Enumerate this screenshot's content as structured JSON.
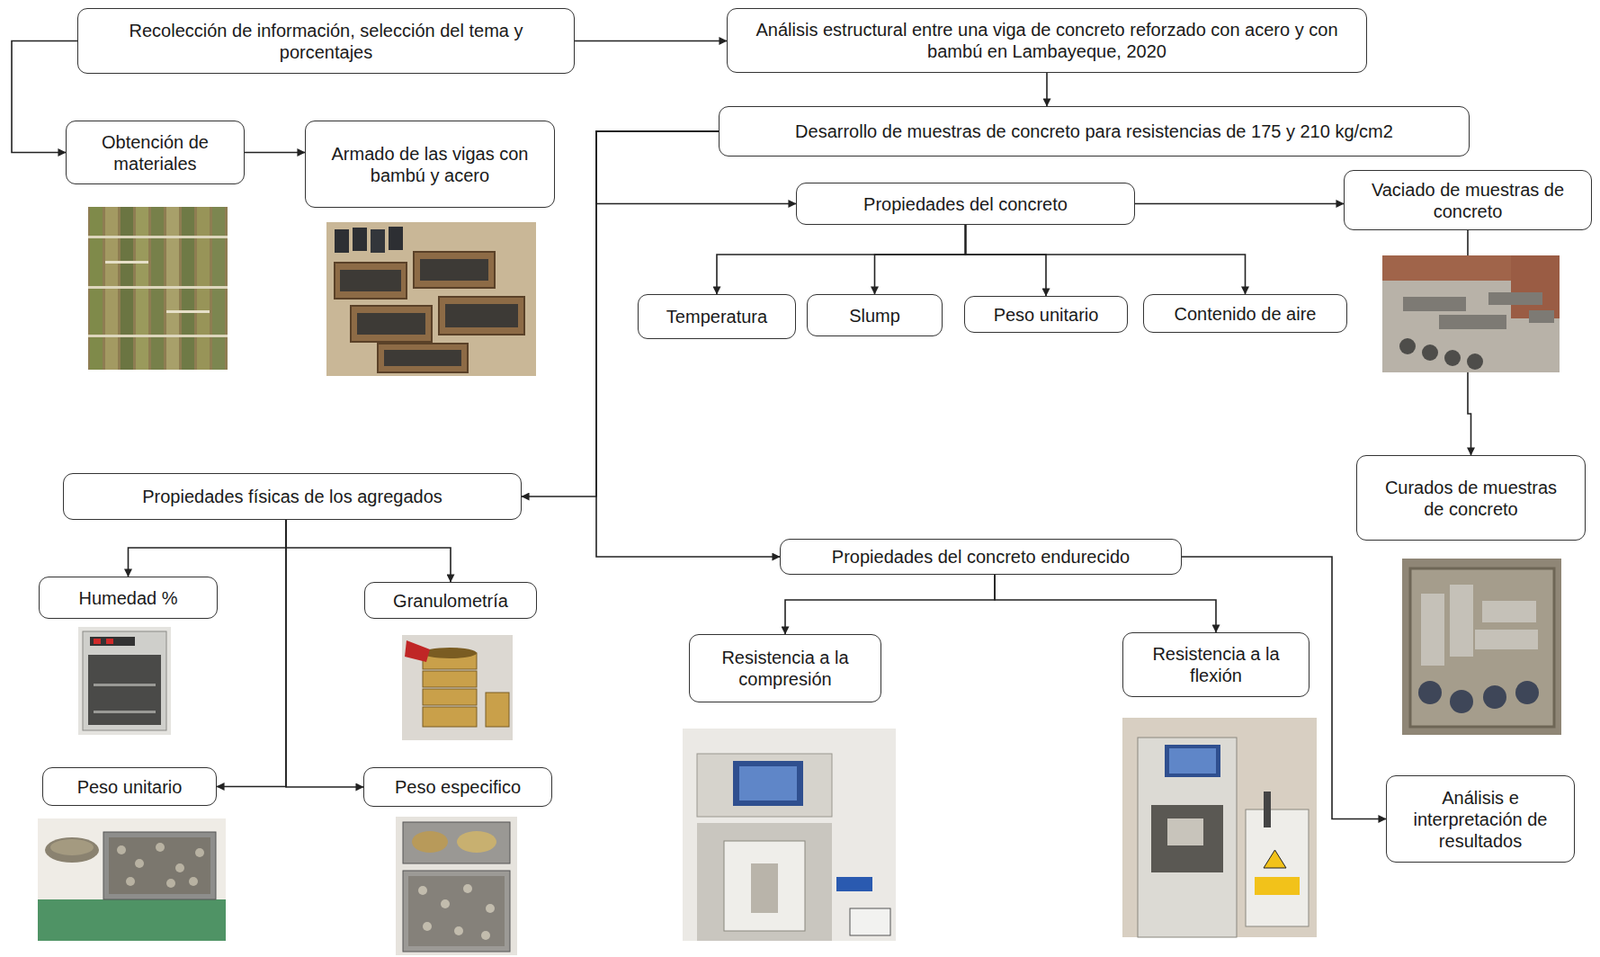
{
  "diagram": {
    "nodes": [
      {
        "text": [
          "Recolección de información, selección del tema y porcentajes"
        ]
      },
      {
        "text": [
          "Análisis estructural entre una viga de concreto reforzado con acero y con bambú en Lambayeque, 2020"
        ]
      },
      {
        "text": [
          "Obtención de materiales"
        ]
      },
      {
        "text": [
          "Armado de las vigas con bambú y acero"
        ]
      },
      {
        "text": [
          "Desarrollo de muestras de concreto para resistencias de 175 y 210 kg/cm2"
        ]
      },
      {
        "text": [
          "Propiedades del concreto"
        ]
      },
      {
        "text": [
          "Vaciado de muestras de concreto"
        ]
      },
      {
        "text": [
          "Temperatura"
        ]
      },
      {
        "text": [
          "Slump"
        ]
      },
      {
        "text": [
          "Peso unitario"
        ]
      },
      {
        "text": [
          "Contenido de aire"
        ]
      },
      {
        "text": [
          "Curados de muestras de concreto"
        ]
      },
      {
        "text": [
          "Propiedades físicas de los agregados"
        ]
      },
      {
        "text": [
          "Propiedades del concreto endurecido"
        ]
      },
      {
        "text": [
          "Humedad %"
        ]
      },
      {
        "text": [
          "Granulometría"
        ]
      },
      {
        "text": [
          "Resistencia a la compresión"
        ]
      },
      {
        "text": [
          "Resistencia a la flexión"
        ]
      },
      {
        "text": [
          "Análisis e interpretación de resultados"
        ]
      },
      {
        "text": [
          "Peso unitario"
        ]
      },
      {
        "text": [
          "Peso especifico"
        ]
      }
    ],
    "edges": [
      {
        "from": 0,
        "to": 1,
        "arrow": "to"
      },
      {
        "from": 0,
        "to": 2,
        "arrow": "to"
      },
      {
        "from": 2,
        "to": 3,
        "arrow": "to"
      },
      {
        "from": 1,
        "to": 4,
        "arrow": "to"
      },
      {
        "from": 4,
        "to": 5,
        "arrow": "to"
      },
      {
        "from": 4,
        "to": 12,
        "arrow": "to"
      },
      {
        "from": 4,
        "to": 13,
        "arrow": "to"
      },
      {
        "from": 5,
        "to": 6,
        "arrow": "to"
      },
      {
        "from": 5,
        "to": 7,
        "arrow": "to"
      },
      {
        "from": 5,
        "to": 8,
        "arrow": "to"
      },
      {
        "from": 5,
        "to": 9,
        "arrow": "to"
      },
      {
        "from": 5,
        "to": 10,
        "arrow": "to"
      },
      {
        "from": 6,
        "to": 11,
        "arrow": "to"
      },
      {
        "from": 12,
        "to": 14,
        "arrow": "to"
      },
      {
        "from": 12,
        "to": 15,
        "arrow": "to"
      },
      {
        "from": 12,
        "to": 19,
        "arrow": "to"
      },
      {
        "from": 12,
        "to": 20,
        "arrow": "to"
      },
      {
        "from": 13,
        "to": 16,
        "arrow": "to"
      },
      {
        "from": 13,
        "to": 17,
        "arrow": "to"
      },
      {
        "from": 13,
        "to": 18,
        "arrow": "to"
      }
    ]
  }
}
